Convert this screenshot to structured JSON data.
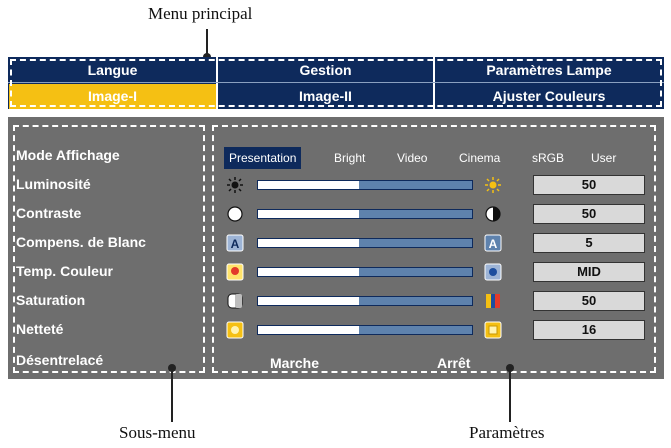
{
  "callouts": {
    "main_menu": "Menu principal",
    "submenu": "Sous-menu",
    "parameters": "Paramètres"
  },
  "main_tabs": {
    "row1": [
      "Langue",
      "Gestion",
      "Paramètres Lampe"
    ],
    "row2": [
      "Image-I",
      "Image-II",
      "Ajuster Couleurs"
    ],
    "active": "Image-I"
  },
  "submenu": {
    "items": [
      "Mode Affichage",
      "Luminosité",
      "Contraste",
      "Compens. de Blanc",
      "Temp. Couleur",
      "Saturation",
      "Netteté",
      "Désentrelacé"
    ]
  },
  "display_modes": {
    "options": [
      "Presentation",
      "Bright",
      "Video",
      "Cinema",
      "sRGB",
      "User"
    ],
    "selected": "Presentation"
  },
  "parameters": {
    "values": [
      "50",
      "50",
      "5",
      "MID",
      "50",
      "16"
    ],
    "slider_fraction": [
      0.47,
      0.47,
      0.47,
      0.47,
      0.47,
      0.47
    ],
    "deinterlace_options": [
      "Marche",
      "Arrêt"
    ]
  },
  "icons": {
    "left": [
      "sun-dim-icon",
      "contrast-low-icon",
      "white-balance-low-icon",
      "color-temp-low-icon",
      "saturation-low-icon",
      "sharpness-low-icon"
    ],
    "right": [
      "sun-bright-icon",
      "contrast-high-icon",
      "white-balance-high-icon",
      "color-temp-high-icon",
      "saturation-high-icon",
      "sharpness-high-icon"
    ]
  },
  "colors": {
    "menu_bg": "#0e2a5c",
    "active_tab": "#f5c013",
    "panel_bg": "#6e6e6e",
    "slider_fill": "#5e82ad"
  }
}
